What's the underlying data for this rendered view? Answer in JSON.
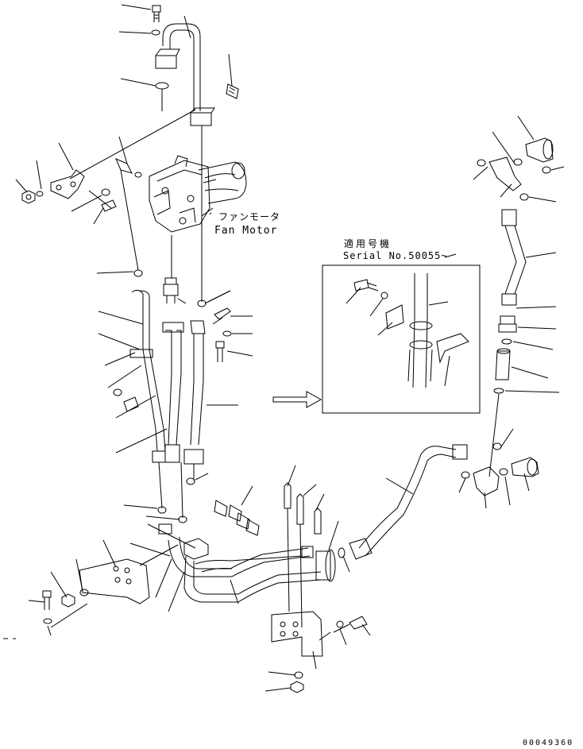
{
  "labels": {
    "fan_motor_ja": "ファンモータ",
    "fan_motor_en": "Fan Motor",
    "serial_ja": "適用号機",
    "serial_en": "Serial No.50055~",
    "drawing_number": "00049360"
  },
  "colors": {
    "line": "#000000",
    "background": "#ffffff"
  }
}
